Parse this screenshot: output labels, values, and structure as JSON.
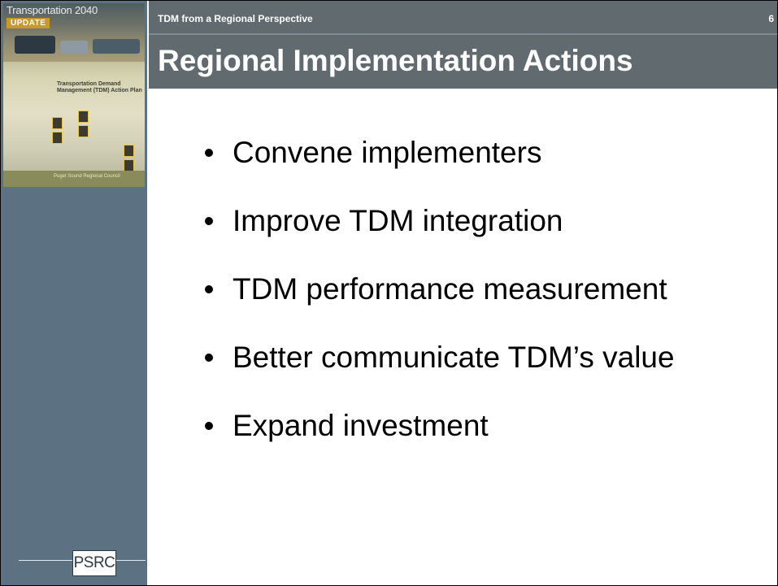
{
  "sidebar": {
    "cover": {
      "title": "Transportation 2040",
      "badge": "UPDATE",
      "plan_title": "Transportation Demand Management (TDM) Action Plan",
      "footer_text": "Puget Sound Regional Council"
    },
    "logo_text": "PSRC"
  },
  "header": {
    "section_label": "TDM from a Regional Perspective",
    "slide_number": "6",
    "title": "Regional Implementation Actions"
  },
  "bullets": [
    "Convene implementers",
    "Improve TDM integration",
    "TDM performance measurement",
    "Better communicate TDM’s value",
    "Expand investment"
  ],
  "colors": {
    "sidebar": "#5c7282",
    "header": "#616a6f",
    "badge": "#c89a2a"
  }
}
